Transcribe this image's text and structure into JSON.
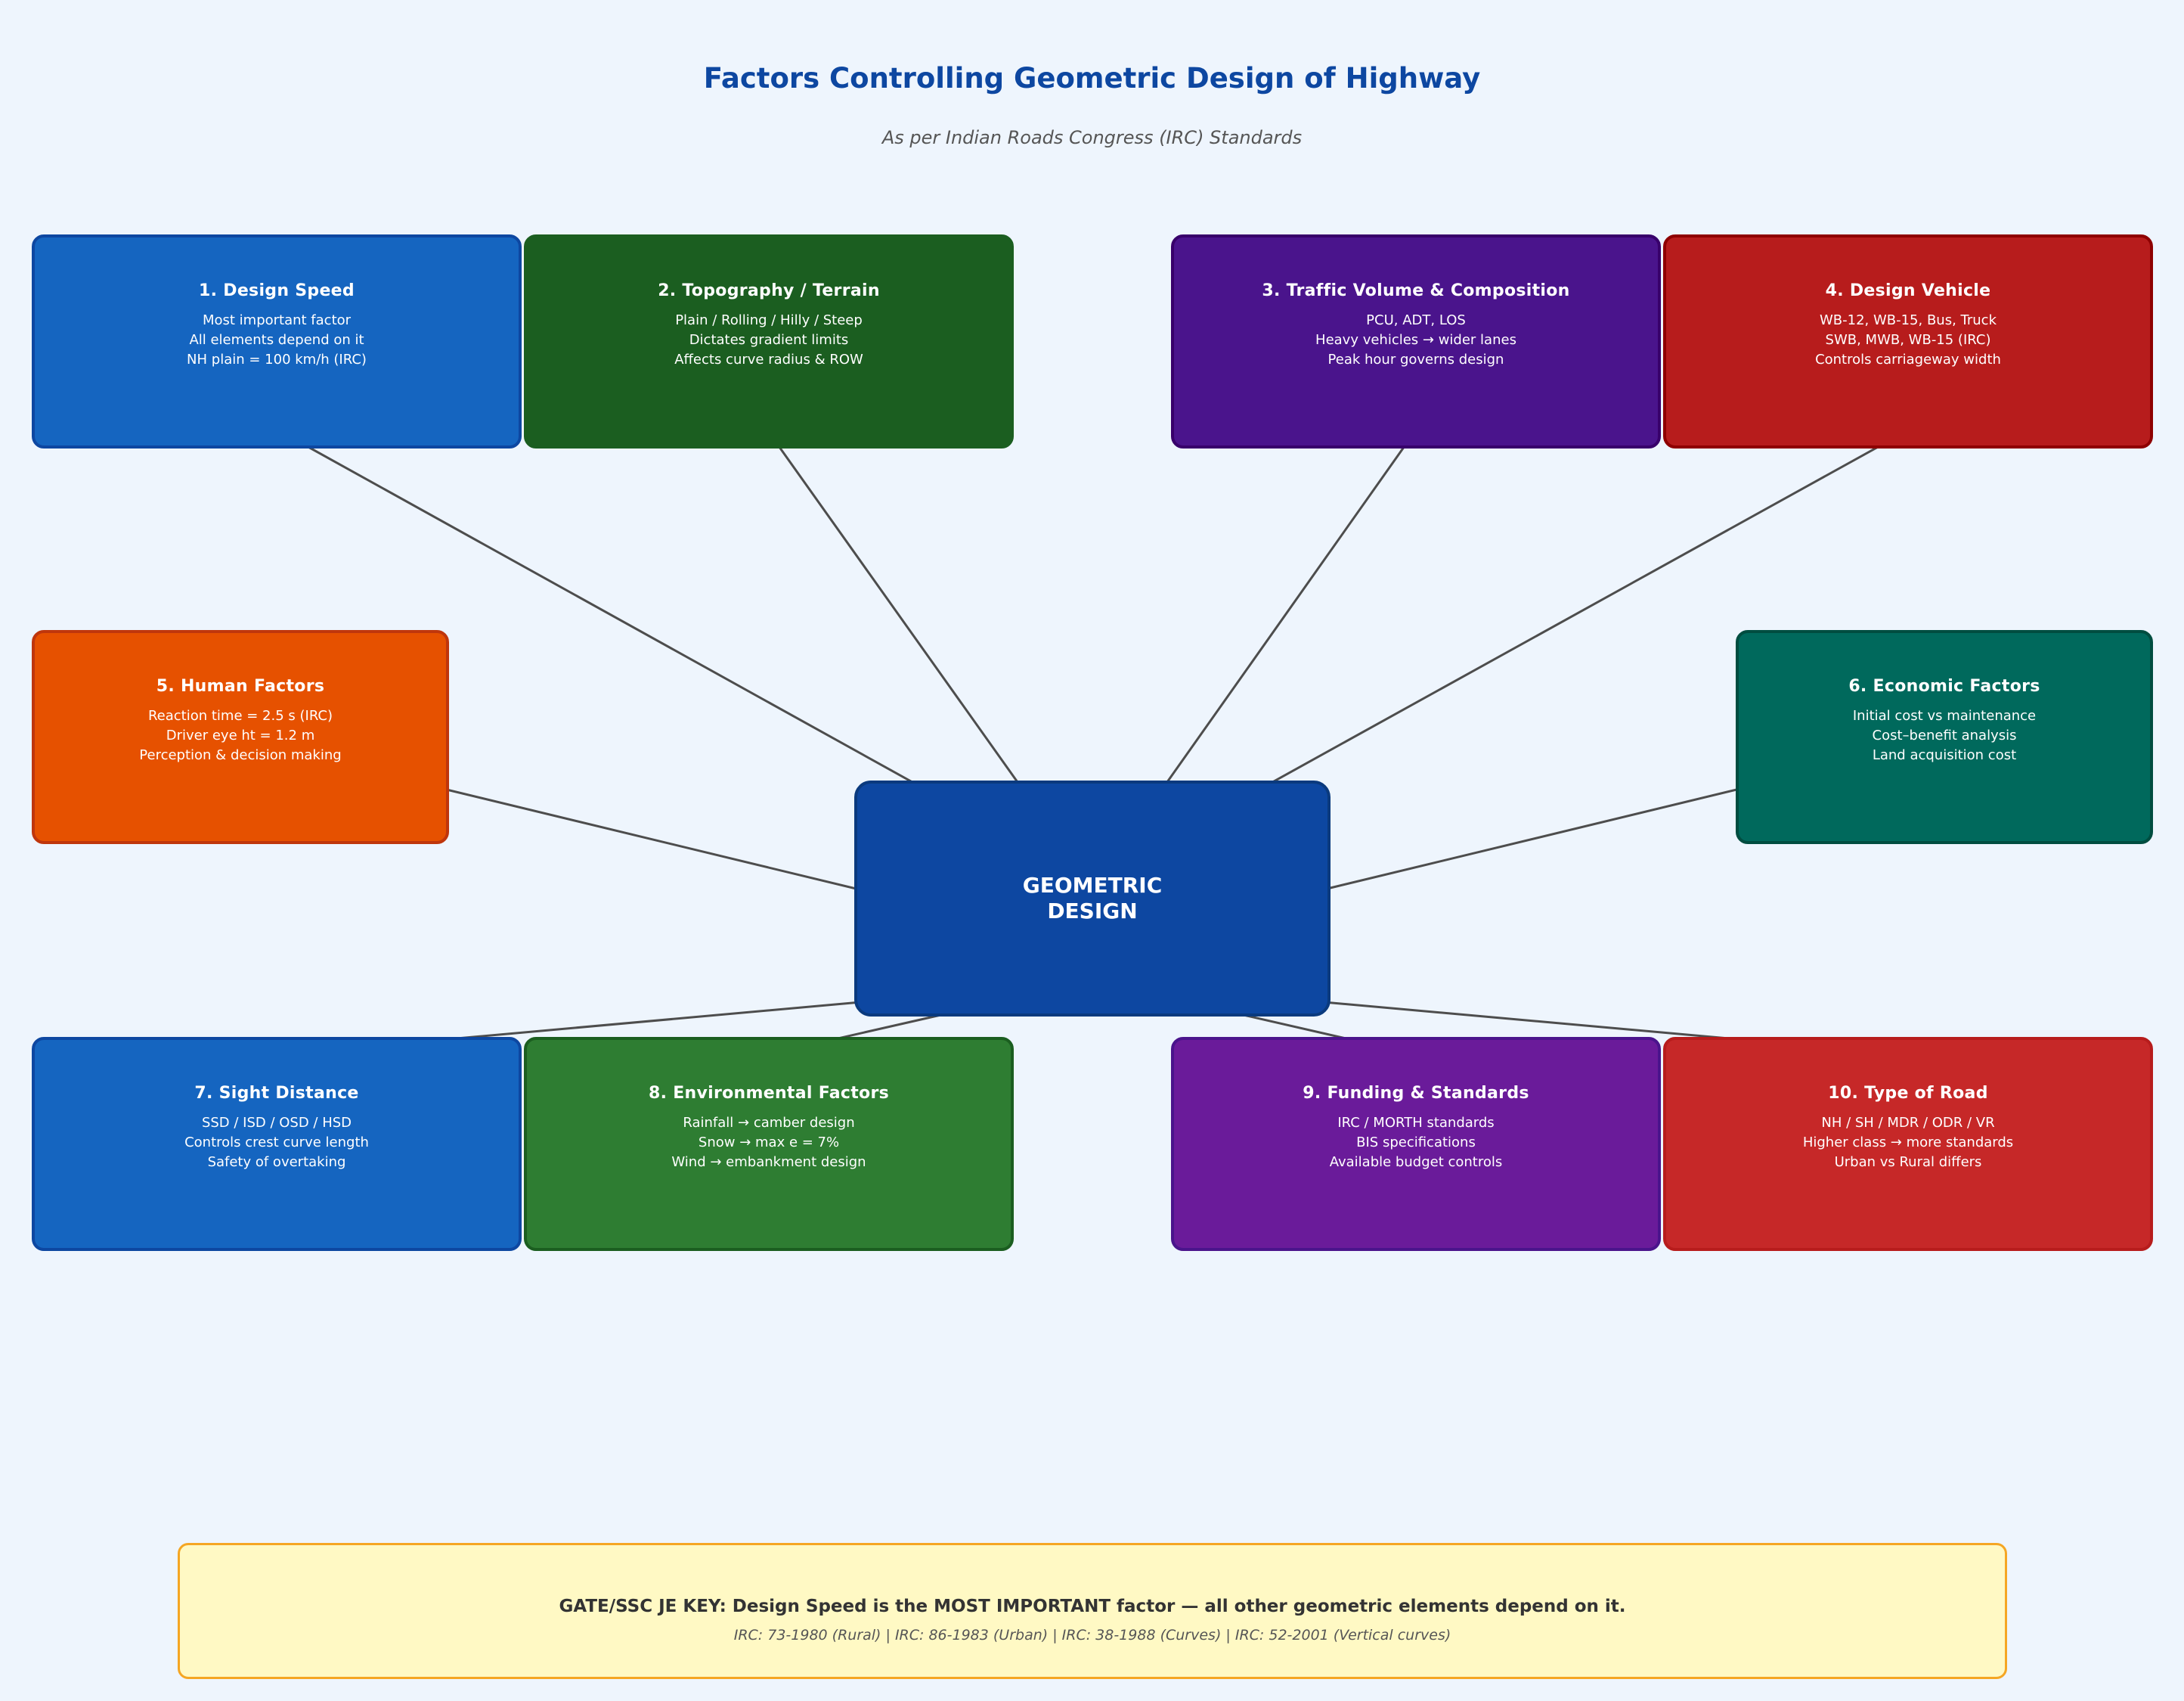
{
  "header": {
    "title": "Factors Controlling Geometric Design of Highway",
    "subtitle": "As per Indian Roads Congress (IRC) Standards"
  },
  "center": {
    "label": "GEOMETRIC\nDESIGN"
  },
  "factors": [
    {
      "title": "1. Design Speed",
      "lines": [
        "Most important factor",
        "All elements depend on it",
        "NH plain = 100 km/h (IRC)"
      ],
      "fill": "#1565c0",
      "border": "#0d47a1"
    },
    {
      "title": "2. Topography / Terrain",
      "lines": [
        "Plain / Rolling / Hilly / Steep",
        "Dictates gradient limits",
        "Affects curve radius & ROW"
      ],
      "fill": "#1b5e20",
      "border": "#1b5e20"
    },
    {
      "title": "3. Traffic Volume & Composition",
      "lines": [
        "PCU, ADT, LOS",
        "Heavy vehicles → wider lanes",
        "Peak hour governs design"
      ],
      "fill": "#4a148c",
      "border": "#38006b"
    },
    {
      "title": "4. Design Vehicle",
      "lines": [
        "WB-12, WB-15, Bus, Truck",
        "SWB, MWB, WB-15 (IRC)",
        "Controls carriageway width"
      ],
      "fill": "#b71c1c",
      "border": "#8e0000"
    },
    {
      "title": "5. Human Factors",
      "lines": [
        "Reaction time = 2.5 s (IRC)",
        "Driver eye ht = 1.2 m",
        "Perception & decision making"
      ],
      "fill": "#e65100",
      "border": "#bf360c"
    },
    {
      "title": "6. Economic Factors",
      "lines": [
        "Initial cost vs maintenance",
        "Cost–benefit analysis",
        "Land acquisition cost"
      ],
      "fill": "#00695c",
      "border": "#004d40"
    },
    {
      "title": "7. Sight Distance",
      "lines": [
        "SSD / ISD / OSD / HSD",
        "Controls crest curve length",
        "Safety of overtaking"
      ],
      "fill": "#1565c0",
      "border": "#0d47a1"
    },
    {
      "title": "8. Environmental Factors",
      "lines": [
        "Rainfall → camber design",
        "Snow → max e = 7%",
        "Wind → embankment design"
      ],
      "fill": "#2e7d32",
      "border": "#1b5e20"
    },
    {
      "title": "9. Funding & Standards",
      "lines": [
        "IRC / MORTH standards",
        "BIS specifications",
        "Available budget controls"
      ],
      "fill": "#6a1b9a",
      "border": "#4a148c"
    },
    {
      "title": "10. Type of Road",
      "lines": [
        "NH / SH / MDR / ODR / VR",
        "Higher class → more standards",
        "Urban vs Rural differs"
      ],
      "fill": "#c62828",
      "border": "#b71c1c"
    }
  ],
  "key": {
    "text": "GATE/SSC JE KEY:  Design Speed is the MOST IMPORTANT factor — all other geometric elements depend on it.",
    "refs": "IRC: 73-1980 (Rural) | IRC: 86-1983 (Urban) | IRC: 38-1988 (Curves) | IRC: 52-2001 (Vertical curves)"
  },
  "colors": {
    "arrow": "#4d4d4d",
    "background": "#eef5fd",
    "title": "#0d47a1"
  }
}
